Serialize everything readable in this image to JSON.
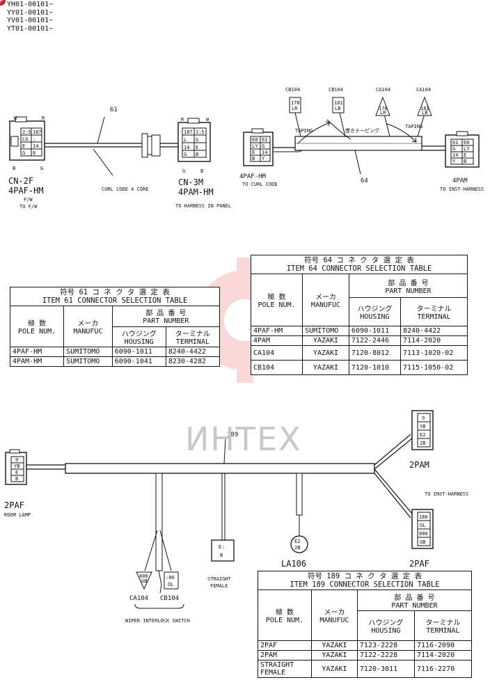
{
  "serials": [
    "YH01-00101~",
    "YY01-00101~",
    "YV01-00101~",
    "YT01-00101~"
  ],
  "watermark": "ИНТЕХ",
  "item61": {
    "number": "61",
    "left_connector": {
      "name": "CN-2F",
      "type": "4PAF-HM",
      "note1": "F/W",
      "note2": "TO F/W",
      "top_left": "W",
      "top_right": "R",
      "bottom_left": "B",
      "bottom_right": "G",
      "cells": [
        "2:5",
        "187",
        "LG",
        ":",
        "E",
        "14",
        "G",
        "8"
      ]
    },
    "right_connector": {
      "name": "CN-3M",
      "type": "4PAM-HM",
      "note": "TO HARNESS IN PANEL",
      "top_left": "R",
      "top_right": "W",
      "bottom_left": "G",
      "bottom_right": "B",
      "cells": [
        "187",
        "2:5",
        "L",
        "G",
        "14",
        "E",
        "G",
        "B"
      ]
    },
    "curl_note": "CURL CODE 4 CORE"
  },
  "item64": {
    "number": "64",
    "left_connector": {
      "type": "4PAF-HM",
      "note": "TO CURL CODE",
      "cells": [
        "60",
        "61",
        "LY",
        "G",
        "E",
        "14",
        "B",
        "Y"
      ]
    },
    "right_connector": {
      "type": "4PAM",
      "note": "TO INST-HARNESS",
      "cells": [
        "61",
        "60",
        "G",
        "LY",
        "14",
        "E",
        "Y",
        "B"
      ]
    },
    "taps": [
      {
        "label": "CB104",
        "code": "178",
        "color": "LR"
      },
      {
        "label": "CB104",
        "code": "181",
        "color": "LB"
      },
      {
        "label": "CA104",
        "code": "178",
        "color": "LR"
      },
      {
        "label": "CA104",
        "code": "181",
        "color": "LB"
      }
    ],
    "taping_left": "TAPING",
    "taping_jp": "巻きテーピング",
    "taping_right": "TAPING"
  },
  "item189": {
    "number": "189",
    "left_connector": {
      "type": "2PAF",
      "note": "ROOM LAMP",
      "cells": [
        "9",
        "YB",
        "E",
        "B"
      ]
    },
    "right_top": {
      "type": "2PAM",
      "cells": [
        "9",
        "YB",
        "E2",
        "2B"
      ]
    },
    "right_note": "TO INST-HARNESS",
    "right_bottom": {
      "type": "2PAF",
      "cells": [
        "180",
        "OL",
        "800",
        "GB"
      ]
    },
    "la106": {
      "label": "LA106",
      "cells": [
        "E2",
        "2B"
      ]
    },
    "straight": {
      "cells": [
        "E:",
        "B"
      ],
      "note1": "STRAIGHT",
      "note2": "FEMALE"
    },
    "ca104": {
      "label": "CA104",
      "cells": [
        "800",
        "GB"
      ]
    },
    "cb104": {
      "label": "CB104",
      "cells": [
        ":80",
        "OL"
      ]
    },
    "wiper_note": "WIPER INTERLOCK SWITCH"
  },
  "table61": {
    "title_jp": "符号 61 コ ネ ク タ 選 定 表",
    "title_en": "ITEM 61 CONNECTOR SELECTION TABLE",
    "h_pole_jp": "極 数",
    "h_pole_en": "POLE NUM.",
    "h_maker_jp": "メーカ",
    "h_maker_en": "MANUFUC",
    "h_part_jp": "部 品 番 号",
    "h_part_en": "PART NUMBER",
    "h_housing_jp": "ハウジング",
    "h_housing_en": "HOUSING",
    "h_terminal_jp": "ターミナル",
    "h_terminal_en": "TERMINAL",
    "rows": [
      [
        "4PAF-HM",
        "SUMITOMO",
        "6090-1011",
        "8240-4422"
      ],
      [
        "4PAM-HM",
        "SUMITOMO",
        "6090-1041",
        "8230-4282"
      ]
    ]
  },
  "table64": {
    "title_jp": "符号 64 コ ネ ク タ 選 定 表",
    "title_en": "ITEM 64 CONNECTOR SELECTION TABLE",
    "h_pole_jp": "極 数",
    "h_pole_en": "POLE NUM.",
    "h_maker_jp": "メーカ",
    "h_maker_en": "MANUFUC",
    "h_part_jp": "部 品 番 号",
    "h_part_en": "PART NUMBER",
    "h_housing_jp": "ハウジング",
    "h_housing_en": "HOUSING",
    "h_terminal_jp": "ターミナル",
    "h_terminal_en": "TERMINAL",
    "rows": [
      [
        "4PAF-HM",
        "SUMITOMO",
        "6090-1011",
        "8240-4422"
      ],
      [
        "4PAM",
        "YAZAKI",
        "7122-2446",
        "7114-2020"
      ],
      [
        "CA104",
        "YAZAKI",
        "7120-8012",
        "7113-1020-02"
      ],
      [
        "CB104",
        "YAZAKI",
        "7120-1010",
        "7115-1050-02"
      ]
    ]
  },
  "table189": {
    "title_jp": "符号 189 コ ネ ク タ 選 定 表",
    "title_en": "ITEM 189 CONNECTOR SELECTION TABLE",
    "h_pole_jp": "極 数",
    "h_pole_en": "POLE NUM.",
    "h_maker_jp": "メーカ",
    "h_maker_en": "MANUFUC",
    "h_part_jp": "部 品 番 号",
    "h_part_en": "PART NUMBER",
    "h_housing_jp": "ハウジング",
    "h_housing_en": "HOUSING",
    "h_terminal_jp": "ターミナル",
    "h_terminal_en": "TERMINAL",
    "rows": [
      [
        "2PAF",
        "YAZAKI",
        "7123-2228",
        "7116-2090"
      ],
      [
        "2PAM",
        "YAZAKI",
        "7122-2228",
        "7114-2020"
      ],
      [
        "STRAIGHT FEMALE",
        "YAZAKI",
        "7120-3011",
        "7116-2270"
      ]
    ]
  },
  "colors": {
    "line": "#111111",
    "watermark_red": "#f3b9b9",
    "watermark_gray": "#c8c8c8",
    "badge_red": "#d3202a"
  }
}
